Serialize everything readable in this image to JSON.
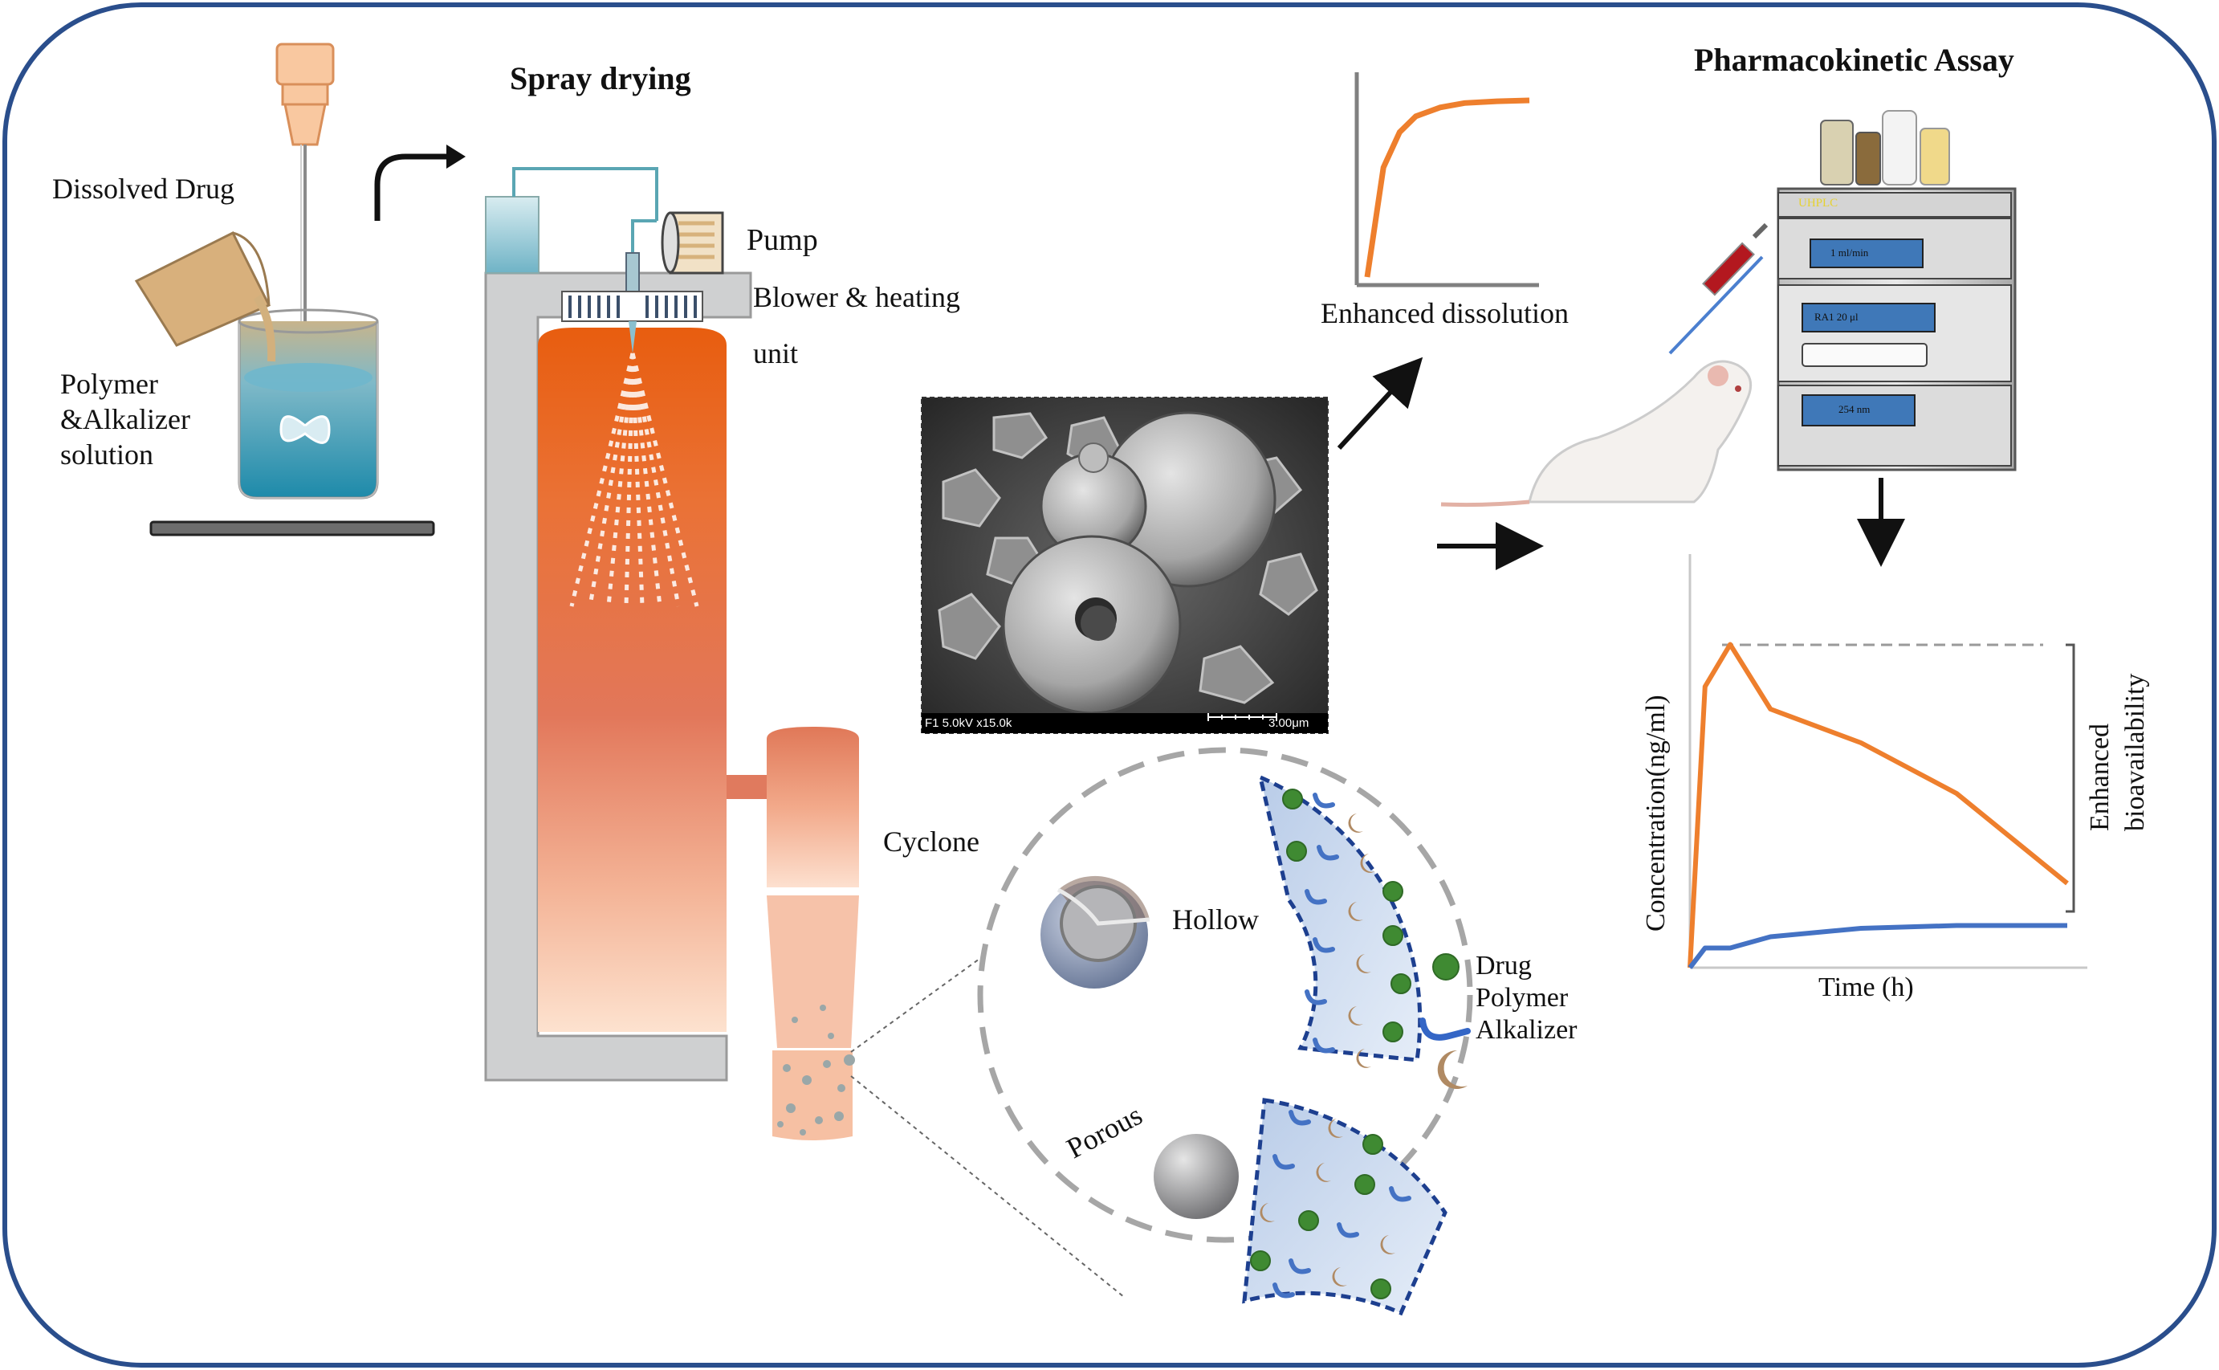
{
  "headings": {
    "spray_drying": "Spray drying",
    "pk_assay": "Pharmacokinetic Assay"
  },
  "labels": {
    "dissolved_drug": "Dissolved Drug",
    "polymer_line1": "Polymer",
    "polymer_line2": "&Alkalizer",
    "polymer_line3": "solution",
    "pump": "Pump",
    "blower_line1": "Blower & heating",
    "blower_line2": "unit",
    "cyclone": "Cyclone",
    "hollow": "Hollow",
    "porous": "Porous",
    "enhanced_dissolution": "Enhanced dissolution"
  },
  "legend": {
    "drug": "Drug",
    "polymer": "Polymer",
    "alkalizer": "Alkalizer"
  },
  "sem": {
    "caption_left": "F1 5.0kV x15.0k",
    "caption_right": "3.00μm"
  },
  "uhplc": {
    "brand": "UHPLC",
    "flow": "1 ml/min",
    "injection": "RA1 20 μl",
    "wavelength": "254 nm"
  },
  "colors": {
    "border": "#2a4e8c",
    "orange": "#ee7f2d",
    "blue": "#4472c4",
    "drug_green": "#3f8a32",
    "alkalizer_tan": "#b08a63"
  },
  "chart_data": [
    {
      "type": "line",
      "title": "",
      "xlabel": "",
      "ylabel": "",
      "series": [
        {
          "x": [
            0,
            0.1,
            0.2,
            0.3,
            0.45,
            0.6,
            0.8,
            1.0
          ],
          "values": [
            0,
            0.62,
            0.82,
            0.91,
            0.96,
            0.985,
            0.995,
            1.0
          ]
        }
      ],
      "annotation": "Enhanced dissolution"
    },
    {
      "type": "line",
      "title": "",
      "xlabel": "Time (h)",
      "ylabel": "Concentration(ng/ml)",
      "series": [
        {
          "color": "#ee7f2d",
          "x": [
            0,
            0.3,
            0.8,
            1.6,
            3.4,
            5.3,
            7.5
          ],
          "values": [
            0,
            1.0,
            1.15,
            0.92,
            0.8,
            0.62,
            0.3
          ]
        },
        {
          "color": "#4472c4",
          "x": [
            0,
            0.3,
            0.8,
            1.6,
            3.4,
            5.3,
            7.5
          ],
          "values": [
            0,
            0.07,
            0.07,
            0.11,
            0.14,
            0.15,
            0.15
          ]
        }
      ],
      "annotation": "Enhanced bioavailability",
      "annotation_line1": "Enhanced",
      "annotation_line2": "bioavailability"
    }
  ]
}
